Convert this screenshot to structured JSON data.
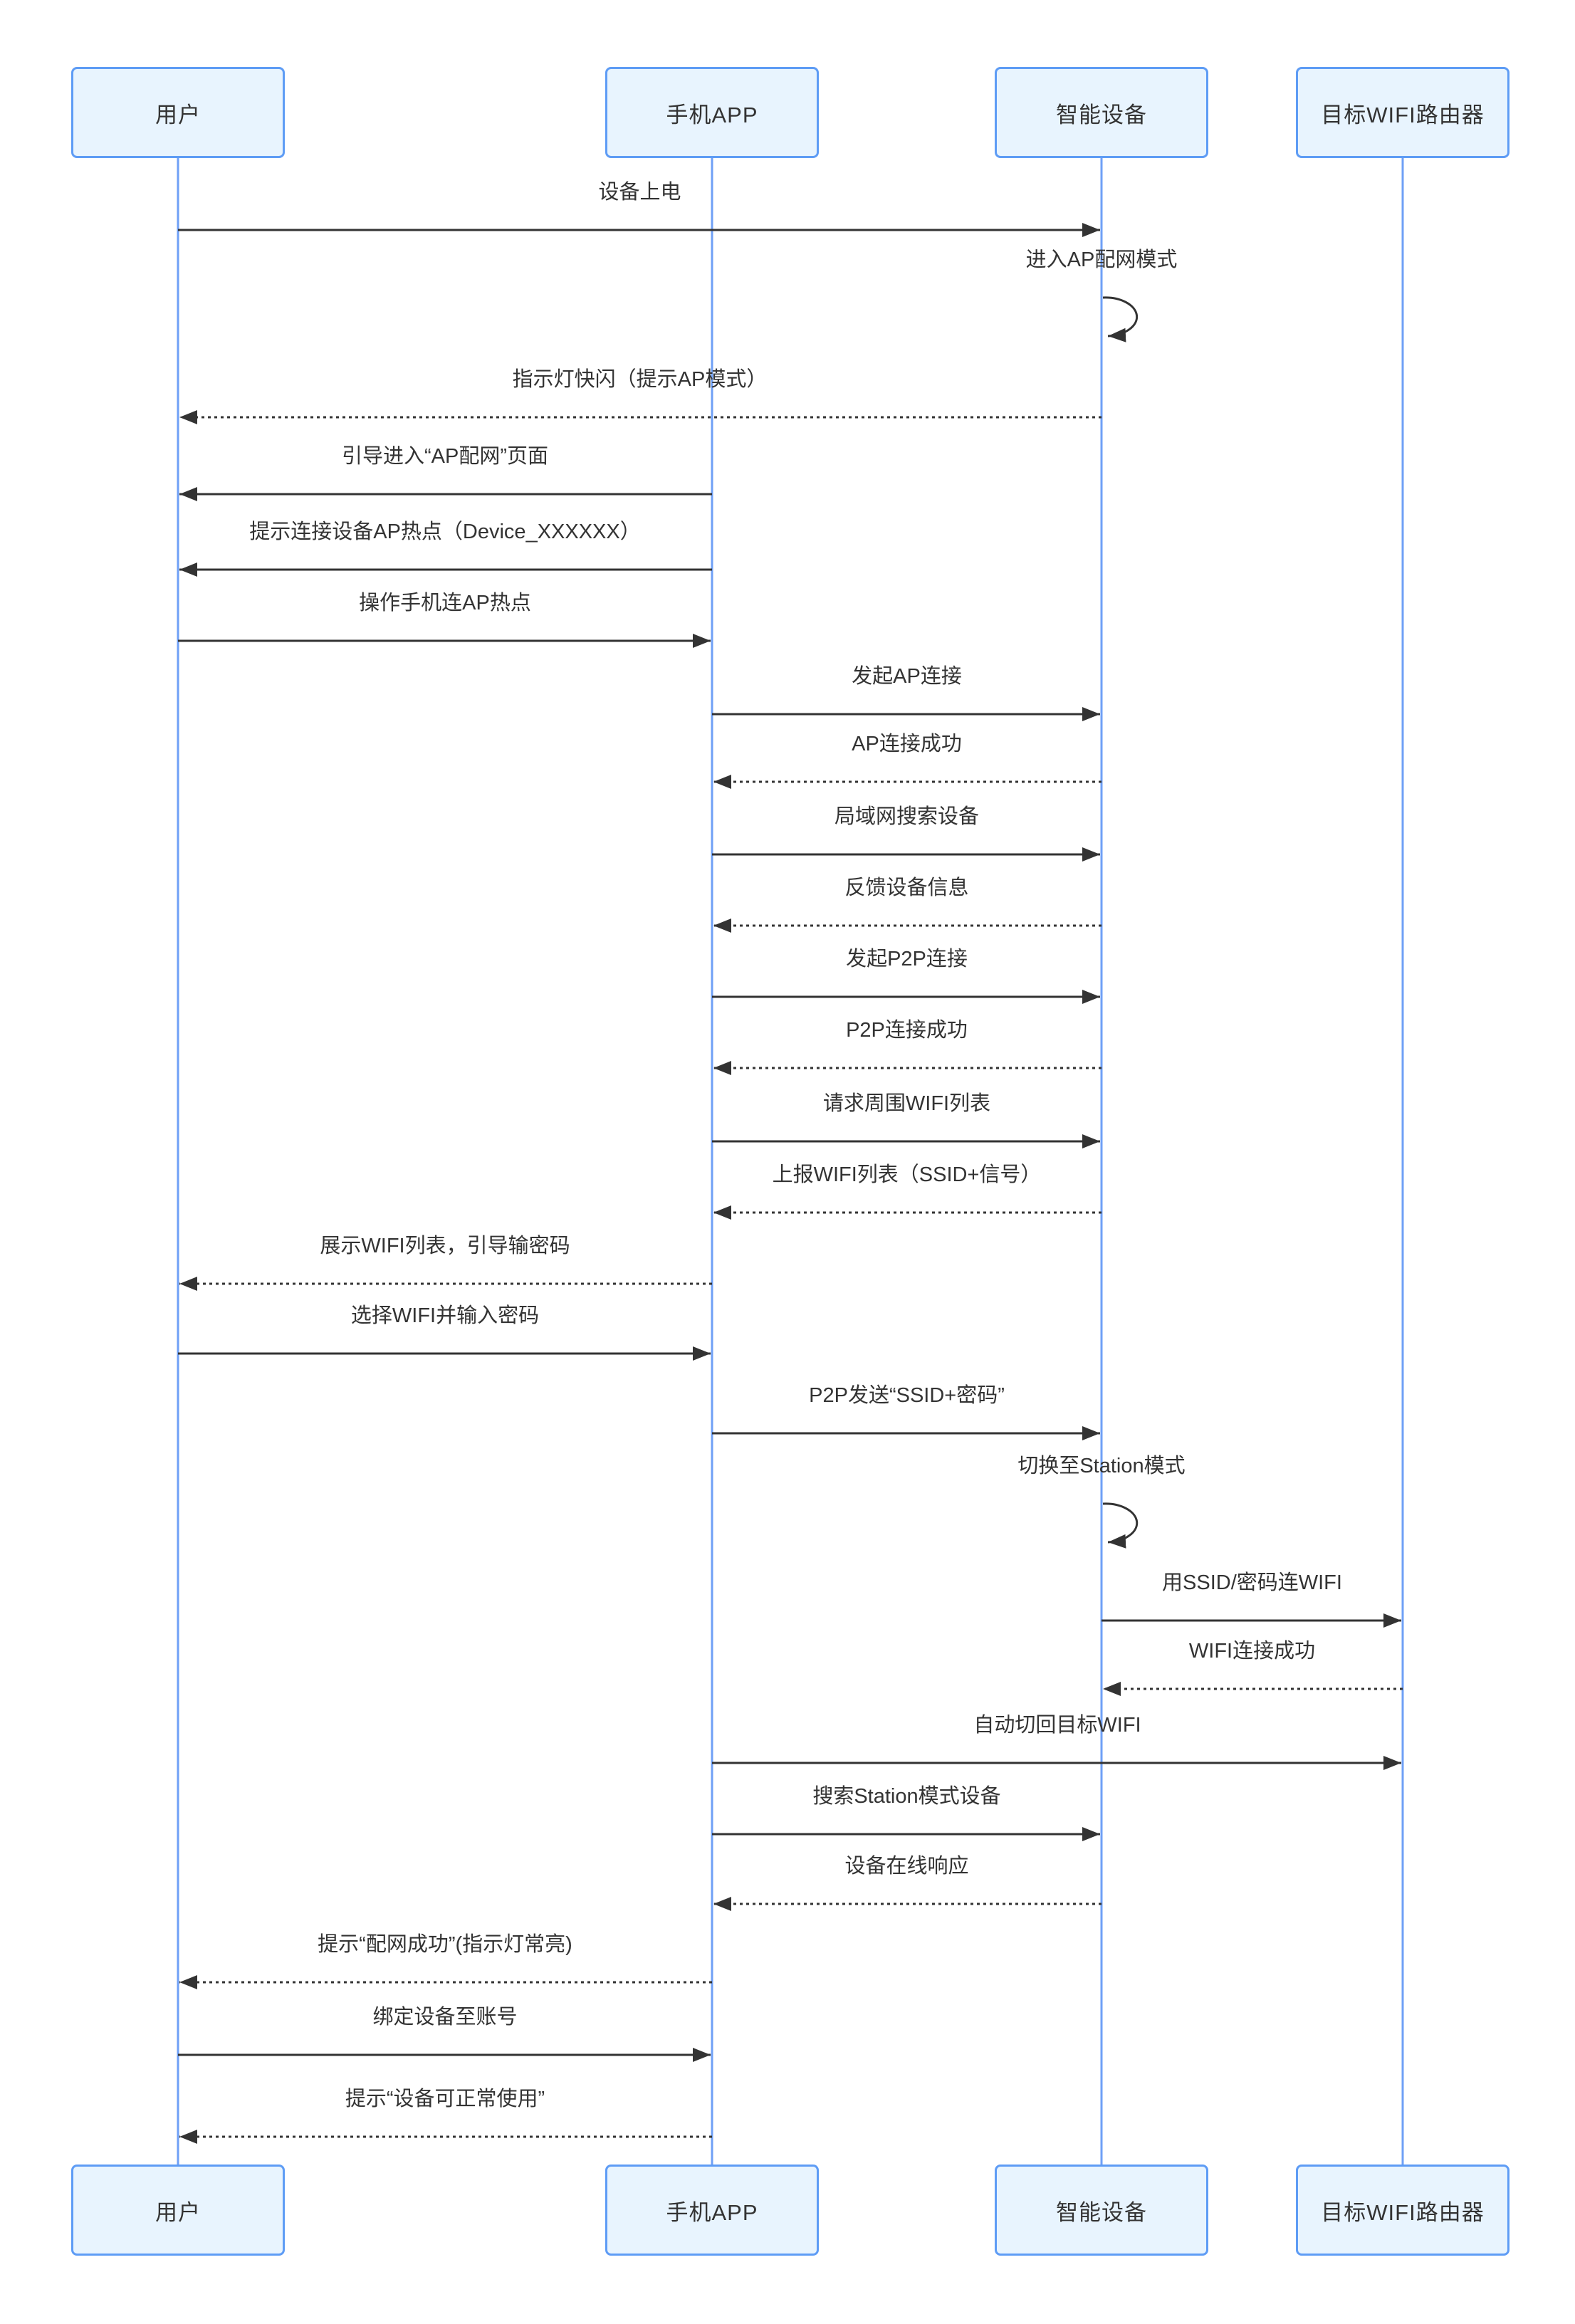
{
  "diagram": {
    "type": "sequence-diagram",
    "background_color": "#ffffff",
    "colors": {
      "actor_fill": "#e8f4fe",
      "actor_border": "#5e9cf5",
      "lifeline": "#6fa0f6",
      "arrow": "#333333",
      "text": "#333333"
    },
    "actors": [
      {
        "id": "user",
        "label": "用户"
      },
      {
        "id": "phone-app",
        "label": "手机APP"
      },
      {
        "id": "smart-device",
        "label": "智能设备"
      },
      {
        "id": "target-wifi-router",
        "label": "目标WIFI路由器"
      }
    ],
    "messages": [
      {
        "label": "设备上电",
        "from": "user",
        "to": "smart-device",
        "line": "solid",
        "kind": "message"
      },
      {
        "label": "进入AP配网模式",
        "from": "smart-device",
        "to": "smart-device",
        "line": "solid",
        "kind": "self"
      },
      {
        "label": "指示灯快闪（提示AP模式）",
        "from": "smart-device",
        "to": "user",
        "line": "dashed",
        "kind": "message"
      },
      {
        "label": "引导进入“AP配网”页面",
        "from": "phone-app",
        "to": "user",
        "line": "solid",
        "kind": "message"
      },
      {
        "label": "提示连接设备AP热点（Device_XXXXXX）",
        "from": "phone-app",
        "to": "user",
        "line": "solid",
        "kind": "message"
      },
      {
        "label": "操作手机连AP热点",
        "from": "user",
        "to": "phone-app",
        "line": "solid",
        "kind": "message"
      },
      {
        "label": "发起AP连接",
        "from": "phone-app",
        "to": "smart-device",
        "line": "solid",
        "kind": "message"
      },
      {
        "label": "AP连接成功",
        "from": "smart-device",
        "to": "phone-app",
        "line": "dashed",
        "kind": "message"
      },
      {
        "label": "局域网搜索设备",
        "from": "phone-app",
        "to": "smart-device",
        "line": "solid",
        "kind": "message"
      },
      {
        "label": "反馈设备信息",
        "from": "smart-device",
        "to": "phone-app",
        "line": "dashed",
        "kind": "message"
      },
      {
        "label": "发起P2P连接",
        "from": "phone-app",
        "to": "smart-device",
        "line": "solid",
        "kind": "message"
      },
      {
        "label": "P2P连接成功",
        "from": "smart-device",
        "to": "phone-app",
        "line": "dashed",
        "kind": "message"
      },
      {
        "label": "请求周围WIFI列表",
        "from": "phone-app",
        "to": "smart-device",
        "line": "solid",
        "kind": "message"
      },
      {
        "label": "上报WIFI列表（SSID+信号）",
        "from": "smart-device",
        "to": "phone-app",
        "line": "dashed",
        "kind": "message"
      },
      {
        "label": "展示WIFI列表，引导输密码",
        "from": "phone-app",
        "to": "user",
        "line": "dashed",
        "kind": "message"
      },
      {
        "label": "选择WIFI并输入密码",
        "from": "user",
        "to": "phone-app",
        "line": "solid",
        "kind": "message"
      },
      {
        "label": "P2P发送“SSID+密码”",
        "from": "phone-app",
        "to": "smart-device",
        "line": "solid",
        "kind": "message"
      },
      {
        "label": "切换至Station模式",
        "from": "smart-device",
        "to": "smart-device",
        "line": "solid",
        "kind": "self"
      },
      {
        "label": "用SSID/密码连WIFI",
        "from": "smart-device",
        "to": "target-wifi-router",
        "line": "solid",
        "kind": "message"
      },
      {
        "label": "WIFI连接成功",
        "from": "target-wifi-router",
        "to": "smart-device",
        "line": "dashed",
        "kind": "message"
      },
      {
        "label": "自动切回目标WIFI",
        "from": "phone-app",
        "to": "target-wifi-router",
        "line": "solid",
        "kind": "message"
      },
      {
        "label": "搜索Station模式设备",
        "from": "phone-app",
        "to": "smart-device",
        "line": "solid",
        "kind": "message"
      },
      {
        "label": "设备在线响应",
        "from": "smart-device",
        "to": "phone-app",
        "line": "dashed",
        "kind": "message"
      },
      {
        "label": "提示“配网成功”(指示灯常亮)",
        "from": "phone-app",
        "to": "user",
        "line": "dashed",
        "kind": "message"
      },
      {
        "label": "绑定设备至账号",
        "from": "user",
        "to": "phone-app",
        "line": "solid",
        "kind": "message"
      },
      {
        "label": "提示“设备可正常使用”",
        "from": "phone-app",
        "to": "user",
        "line": "dashed",
        "kind": "message"
      }
    ]
  }
}
